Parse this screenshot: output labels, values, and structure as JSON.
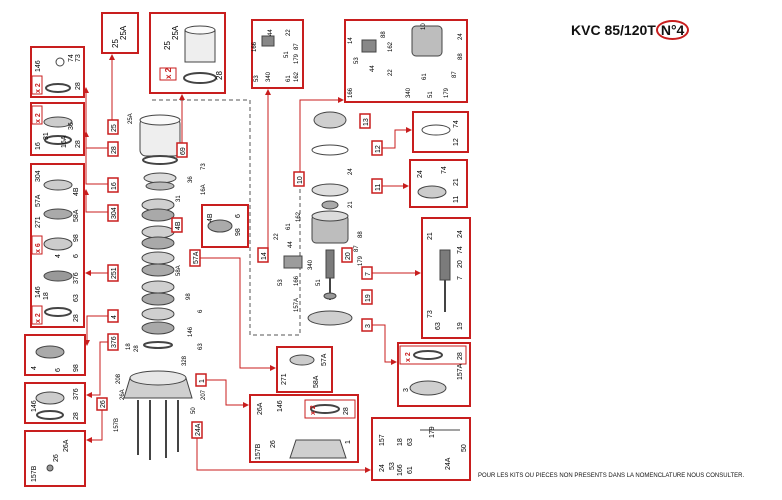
{
  "header": {
    "model": "KVC 85/120T",
    "sheet": "N°4"
  },
  "footer": {
    "note": "POUR LES KITS OU PIECES NON PRESENTS DANS LA NOMENCLATURE NOUS CONSULTER."
  },
  "colors": {
    "accent": "#c81e1e",
    "line": "#222222",
    "part_fill": "#dcdcdc",
    "part_stroke": "#444444"
  },
  "callouts": [
    {
      "id": "c25",
      "label": "25"
    },
    {
      "id": "c28",
      "label": "28"
    },
    {
      "id": "c69",
      "label": "69"
    },
    {
      "id": "c16",
      "label": "16"
    },
    {
      "id": "c304",
      "label": "304"
    },
    {
      "id": "c4B",
      "label": "4B"
    },
    {
      "id": "c251",
      "label": "251"
    },
    {
      "id": "c57A",
      "label": "57A"
    },
    {
      "id": "c4",
      "label": "4"
    },
    {
      "id": "c376",
      "label": "376"
    },
    {
      "id": "c26",
      "label": "26"
    },
    {
      "id": "c1",
      "label": "1"
    },
    {
      "id": "c24A",
      "label": "24A"
    },
    {
      "id": "c13",
      "label": "13"
    },
    {
      "id": "c12",
      "label": "12"
    },
    {
      "id": "c10",
      "label": "10"
    },
    {
      "id": "c11",
      "label": "11"
    },
    {
      "id": "c14",
      "label": "14"
    },
    {
      "id": "c20",
      "label": "20"
    },
    {
      "id": "c7",
      "label": "7"
    },
    {
      "id": "c19",
      "label": "19"
    },
    {
      "id": "c3",
      "label": "3"
    }
  ],
  "boxes": [
    {
      "id": "b25",
      "labels": [
        "25",
        "25A"
      ]
    },
    {
      "id": "b69",
      "labels": [
        "25",
        "25A",
        "28"
      ],
      "mult": "x 2"
    },
    {
      "id": "b28",
      "labels": [
        "146",
        "74",
        "73",
        "28"
      ],
      "mult": "x 2"
    },
    {
      "id": "b16",
      "labels": [
        "16",
        "31",
        "36",
        "16A",
        "28"
      ],
      "mult": "x 2"
    },
    {
      "id": "b304",
      "labels": [
        "304",
        "4B",
        "57A",
        "271",
        "58A",
        "98",
        "6",
        "4",
        "376",
        "63",
        "146",
        "18",
        "28"
      ],
      "mult": "x 6",
      "mult2": "x 2"
    },
    {
      "id": "b4B",
      "labels": [
        "4B",
        "6",
        "98"
      ]
    },
    {
      "id": "b4",
      "labels": [
        "4",
        "6",
        "98"
      ]
    },
    {
      "id": "b376",
      "labels": [
        "146",
        "376",
        "28"
      ]
    },
    {
      "id": "b26",
      "labels": [
        "157B",
        "26",
        "26A"
      ]
    },
    {
      "id": "b14",
      "labels": [
        "166",
        "44",
        "22",
        "53",
        "87",
        "51",
        "340",
        "61",
        "179",
        "162"
      ]
    },
    {
      "id": "b10",
      "labels": [
        "14",
        "53",
        "88",
        "162",
        "44",
        "10",
        "22",
        "24",
        "166",
        "340",
        "51",
        "179",
        "87",
        "88",
        "61"
      ]
    },
    {
      "id": "b12",
      "labels": [
        "74",
        "12"
      ]
    },
    {
      "id": "b11",
      "labels": [
        "24",
        "74",
        "21",
        "11"
      ]
    },
    {
      "id": "b7",
      "labels": [
        "21",
        "24",
        "74",
        "20",
        "7",
        "73",
        "63",
        "19"
      ]
    },
    {
      "id": "b57A",
      "labels": [
        "271",
        "57A",
        "58A"
      ]
    },
    {
      "id": "b1",
      "labels": [
        "26A",
        "146",
        "157B",
        "26",
        "1",
        "28"
      ],
      "mult": "x 2"
    },
    {
      "id": "b3",
      "labels": [
        "28",
        "157A",
        "3"
      ],
      "mult": "x 2"
    },
    {
      "id": "b24A",
      "labels": [
        "157",
        "18",
        "63",
        "179",
        "24",
        "53",
        "61",
        "166",
        "24A",
        "50"
      ]
    }
  ],
  "stack_labels": [
    {
      "id": "s25A",
      "label": "25A"
    },
    {
      "id": "s73",
      "label": "73"
    },
    {
      "id": "s36",
      "label": "36"
    },
    {
      "id": "s16A",
      "label": "16A"
    },
    {
      "id": "s31",
      "label": "31"
    },
    {
      "id": "s58A",
      "label": "58A"
    },
    {
      "id": "s98",
      "label": "98"
    },
    {
      "id": "s6",
      "label": "6"
    },
    {
      "id": "s146",
      "label": "146"
    },
    {
      "id": "s63",
      "label": "63"
    },
    {
      "id": "s328",
      "label": "328"
    },
    {
      "id": "s208",
      "label": "208"
    },
    {
      "id": "s18",
      "label": "18"
    },
    {
      "id": "s28",
      "label": "28"
    },
    {
      "id": "s26A",
      "label": "26A"
    },
    {
      "id": "s157B",
      "label": "157B"
    },
    {
      "id": "s50",
      "label": "50"
    },
    {
      "id": "s207",
      "label": "207"
    },
    {
      "id": "m24",
      "label": "24"
    },
    {
      "id": "m21",
      "label": "21"
    },
    {
      "id": "m162",
      "label": "162"
    },
    {
      "id": "m61",
      "label": "61"
    },
    {
      "id": "m22",
      "label": "22"
    },
    {
      "id": "m44",
      "label": "44"
    },
    {
      "id": "m88",
      "label": "88"
    },
    {
      "id": "m87",
      "label": "87"
    },
    {
      "id": "m179",
      "label": "179"
    },
    {
      "id": "m53",
      "label": "53"
    },
    {
      "id": "m166",
      "label": "166"
    },
    {
      "id": "m340",
      "label": "340"
    },
    {
      "id": "m51",
      "label": "51"
    },
    {
      "id": "m157A",
      "label": "157A"
    }
  ]
}
